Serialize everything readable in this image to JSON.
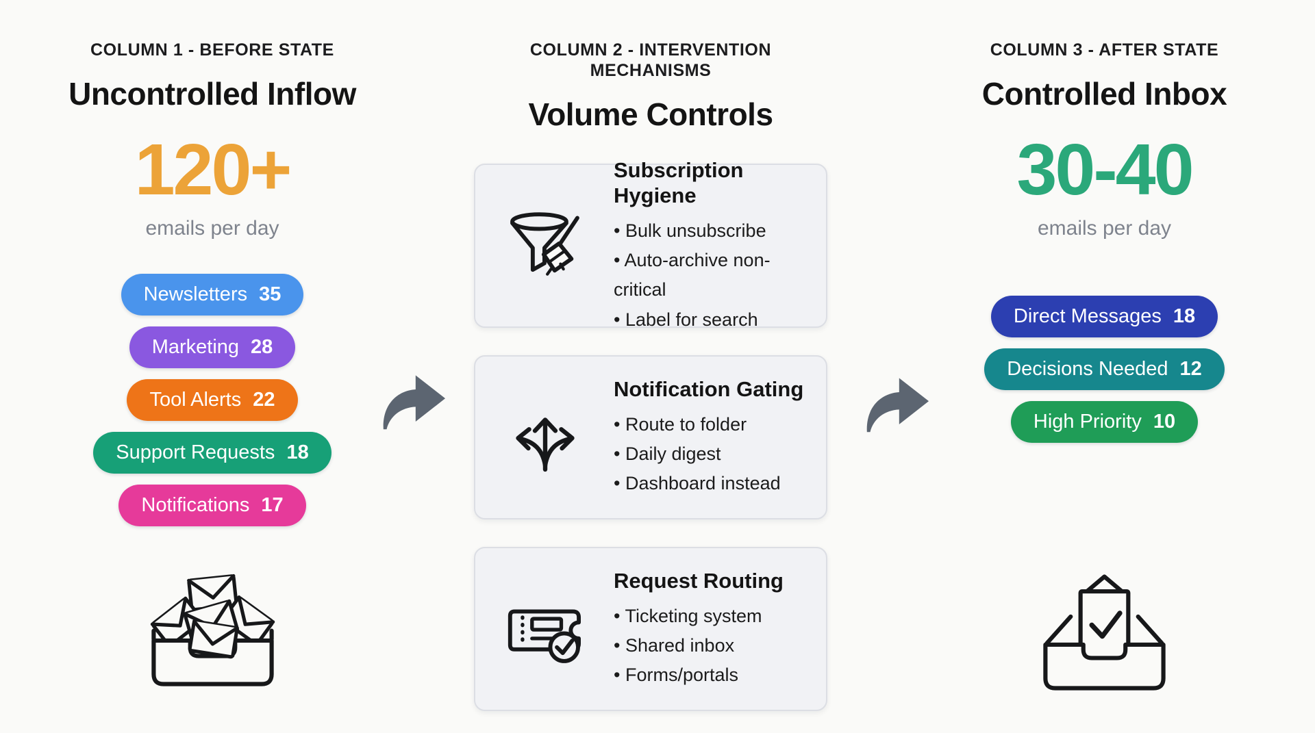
{
  "page": {
    "background": "#FAFAF8"
  },
  "arrow": {
    "color": "#5C6571"
  },
  "before": {
    "kicker": "COLUMN 1 - BEFORE STATE",
    "title": "Uncontrolled Inflow",
    "stat": {
      "value": "120+",
      "caption": "emails per day",
      "color": "#ECA338"
    },
    "pills": [
      {
        "label": "Newsletters",
        "count": "35",
        "color": "#4A94EC"
      },
      {
        "label": "Marketing",
        "count": "28",
        "color": "#8A58E0"
      },
      {
        "label": "Tool Alerts",
        "count": "22",
        "color": "#EE7418"
      },
      {
        "label": "Support Requests",
        "count": "18",
        "color": "#17A077"
      },
      {
        "label": "Notifications",
        "count": "17",
        "color": "#E63A9A"
      }
    ],
    "icon": "overflowing-inbox-icon"
  },
  "interventions": {
    "kicker": "COLUMN 2 - INTERVENTION MECHANISMS",
    "title": "Volume Controls",
    "cards": [
      {
        "icon": "funnel-broom-icon",
        "title": "Subscription Hygiene",
        "bullets": [
          "Bulk unsubscribe",
          "Auto-archive non-critical",
          "Label for search"
        ]
      },
      {
        "icon": "branching-arrows-icon",
        "title": "Notification Gating",
        "bullets": [
          "Route to folder",
          "Daily digest",
          "Dashboard instead"
        ]
      },
      {
        "icon": "ticket-check-icon",
        "title": "Request Routing",
        "bullets": [
          "Ticketing system",
          "Shared inbox",
          "Forms/portals"
        ]
      }
    ]
  },
  "after": {
    "kicker": "COLUMN 3 - AFTER STATE",
    "title": "Controlled Inbox",
    "stat": {
      "value": "30-40",
      "caption": "emails per day",
      "color": "#2BA87A"
    },
    "pills": [
      {
        "label": "Direct Messages",
        "count": "18",
        "color": "#2C3FB1"
      },
      {
        "label": "Decisions Needed",
        "count": "12",
        "color": "#16878D"
      },
      {
        "label": "High Priority",
        "count": "10",
        "color": "#1F9D57"
      }
    ],
    "icon": "inbox-check-icon"
  }
}
